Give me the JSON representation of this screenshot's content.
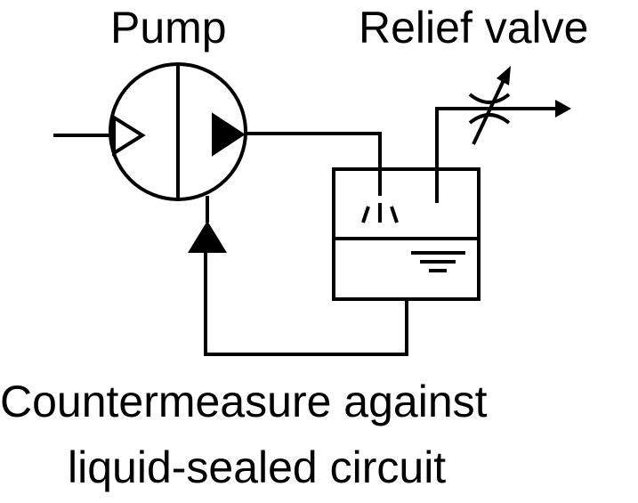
{
  "labels": {
    "pump": "Pump",
    "relief_valve": "Relief valve"
  },
  "caption": {
    "line1": "Countermeasure against",
    "line2": "liquid-sealed circuit"
  },
  "colors": {
    "line": "#000000",
    "background": "#ffffff"
  }
}
